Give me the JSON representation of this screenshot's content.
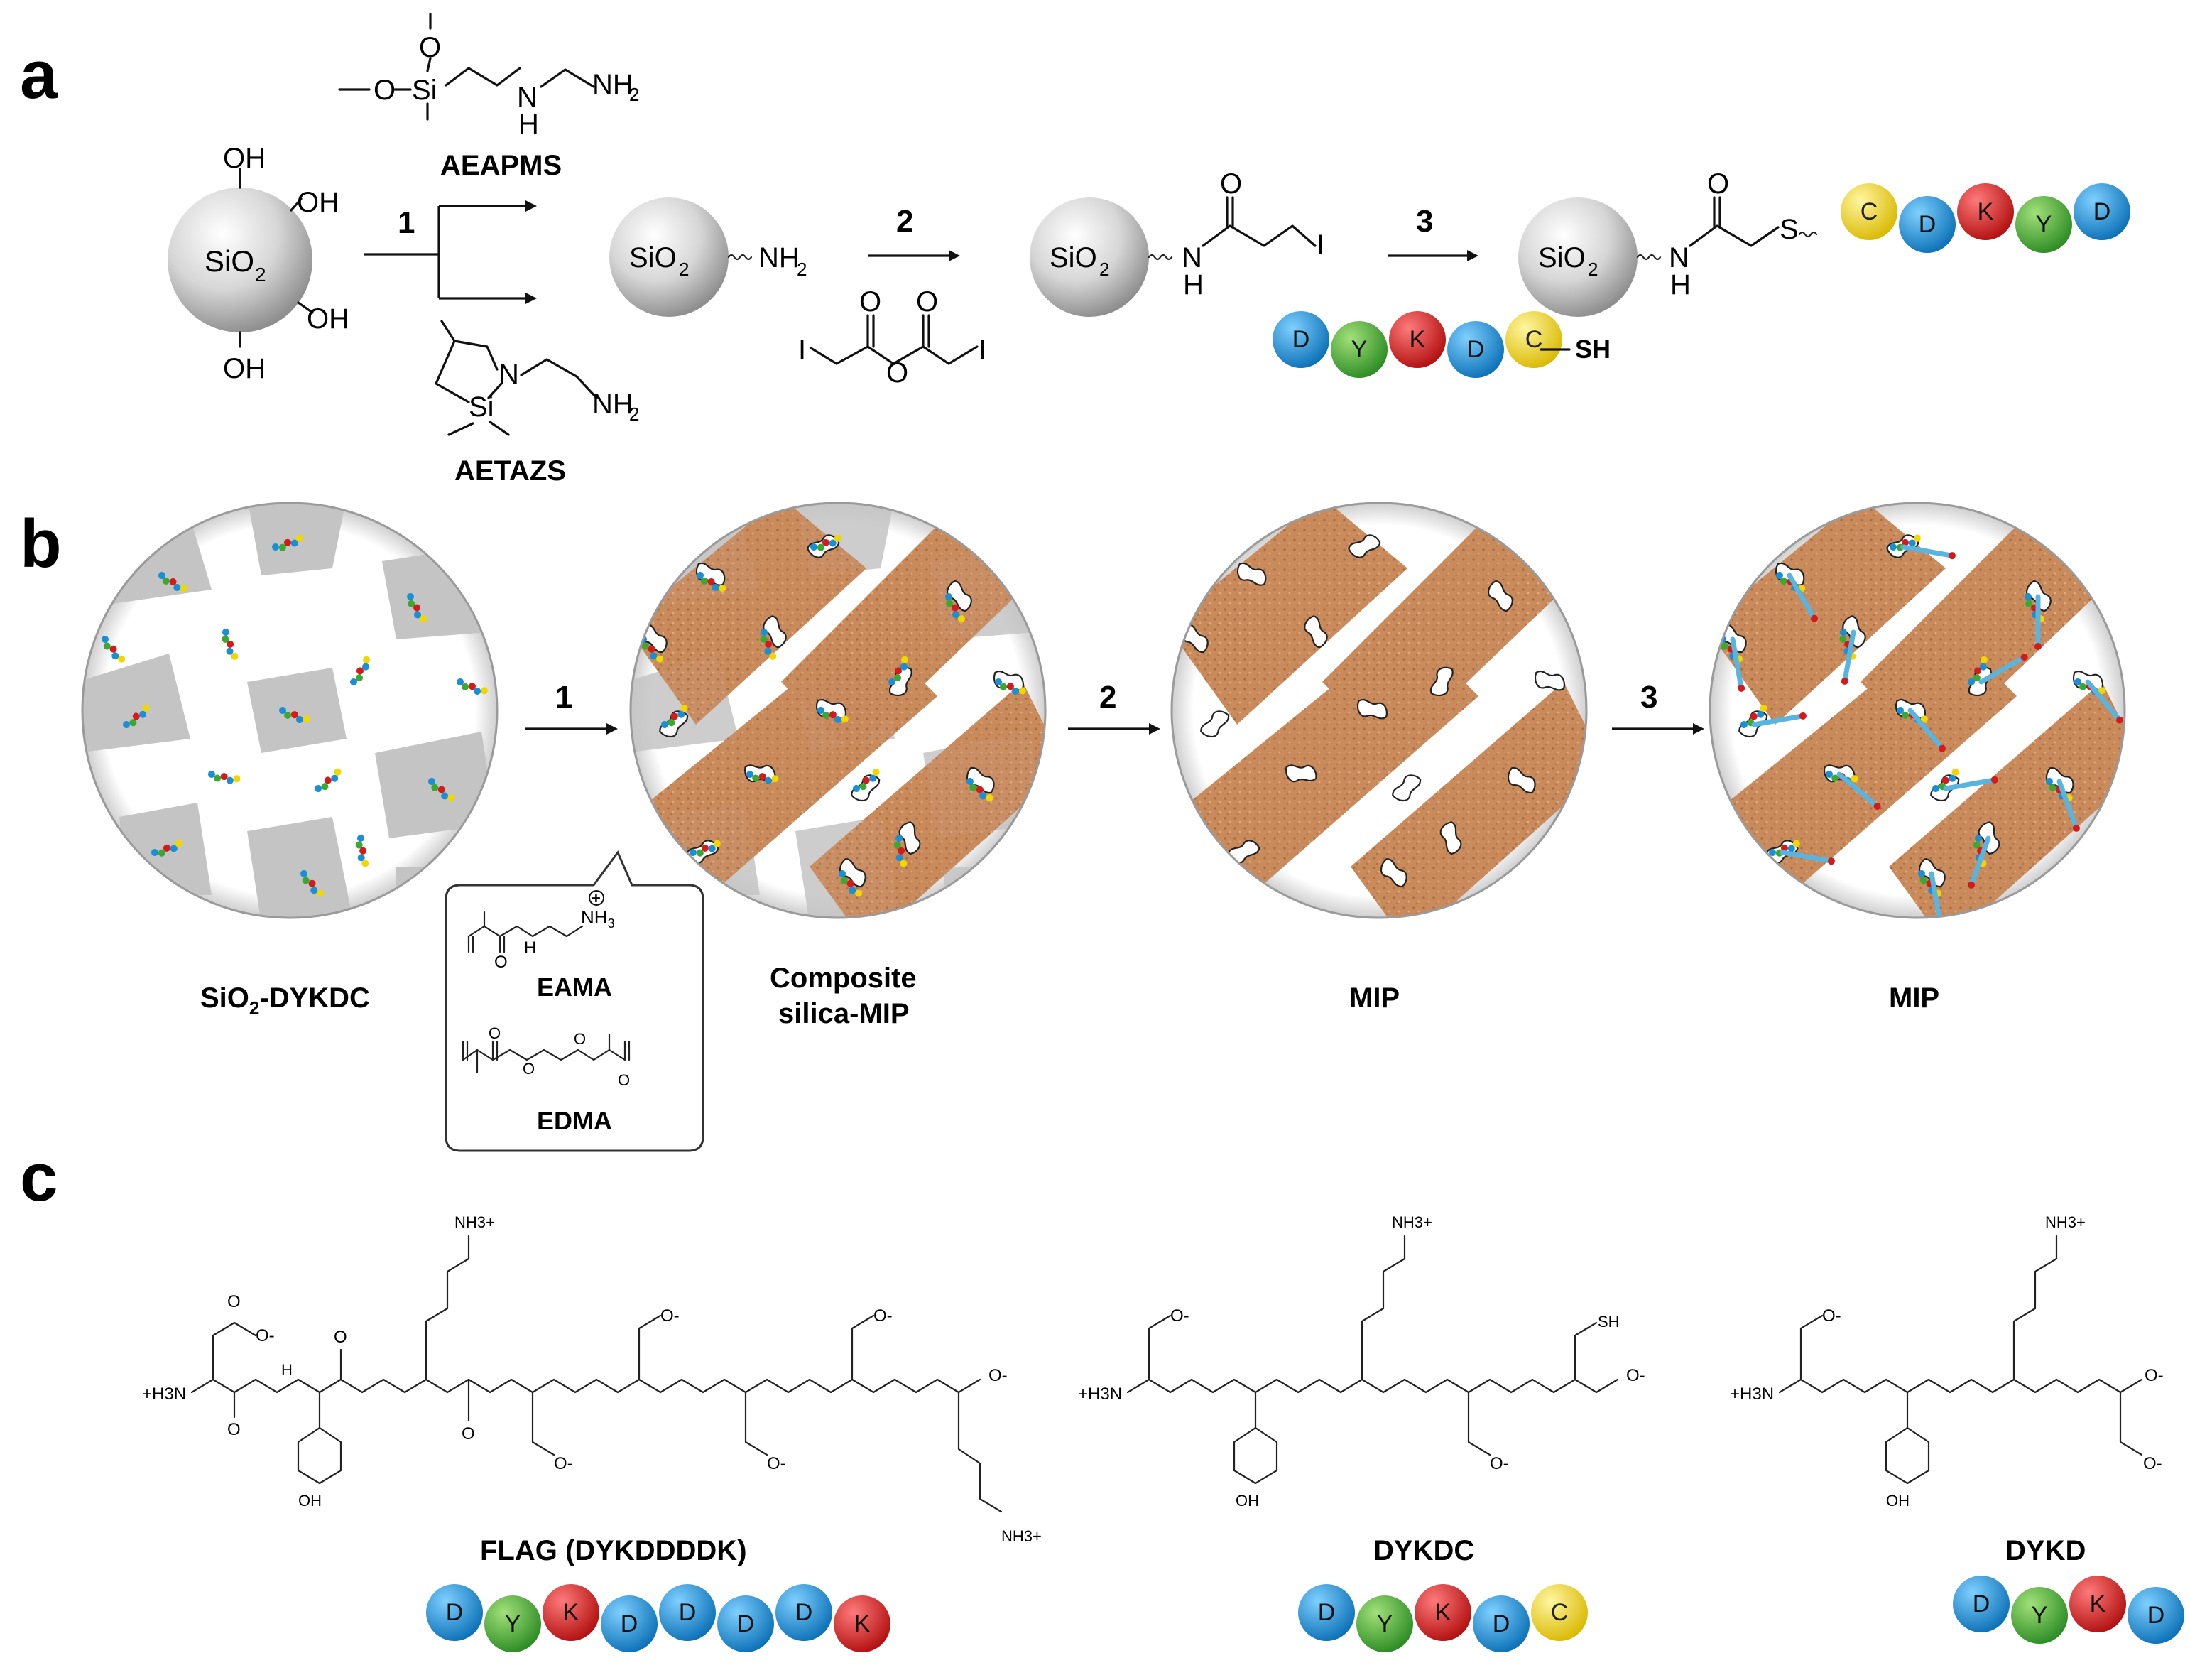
{
  "panels": {
    "a": "a",
    "b": "b",
    "c": "c"
  },
  "panel_a": {
    "silica_label": "SiO",
    "silica_sub": "2",
    "oh": "OH",
    "nh2": "NH",
    "sub2": "2",
    "reagent_top": "AEAPMS",
    "reagent_bottom": "AETAZS",
    "step1": "1",
    "step2": "2",
    "step3": "3",
    "atom_o": "O",
    "atom_si": "Si",
    "atom_n": "N",
    "atom_h": "H",
    "atom_i": "I",
    "atom_s": "S",
    "sh": "SH",
    "peptide_attached": [
      "C",
      "D",
      "K",
      "Y",
      "D"
    ],
    "peptide_free": [
      "D",
      "Y",
      "K",
      "D",
      "C"
    ]
  },
  "panel_b": {
    "step1": "1",
    "step2": "2",
    "step3": "3",
    "label_1": "SiO",
    "label_1_sub": "2",
    "label_1_rest": "-DYKDC",
    "label_2_line1": "Composite",
    "label_2_line2": "silica-MIP",
    "label_3": "MIP",
    "label_4": "MIP",
    "monomer_1": "EAMA",
    "monomer_2": "EDMA",
    "nh3": "NH",
    "nh3_sub": "3",
    "plus_mark": "+"
  },
  "panel_c": {
    "peptides": [
      {
        "name": "FLAG (DYKDDDDK)",
        "sequence": [
          "D",
          "Y",
          "K",
          "D",
          "D",
          "D",
          "D",
          "K"
        ]
      },
      {
        "name": "DYKDC",
        "sequence": [
          "D",
          "Y",
          "K",
          "D",
          "C"
        ]
      },
      {
        "name": "DYKD",
        "sequence": [
          "D",
          "Y",
          "K",
          "D"
        ]
      }
    ],
    "h3n": "+H3N",
    "nh3plus": "NH3+",
    "coo": "O-",
    "oh": "OH",
    "sh": "SH",
    "o": "O",
    "h": "H",
    "n": "N"
  },
  "colors": {
    "D": "#1a8fd6",
    "Y": "#3aa832",
    "K": "#d41a1a",
    "C": "#f2d600",
    "polymer": "#c8875a",
    "silica_grey": "#c4c4c4",
    "sphere_rim": "#b8b8b8"
  }
}
